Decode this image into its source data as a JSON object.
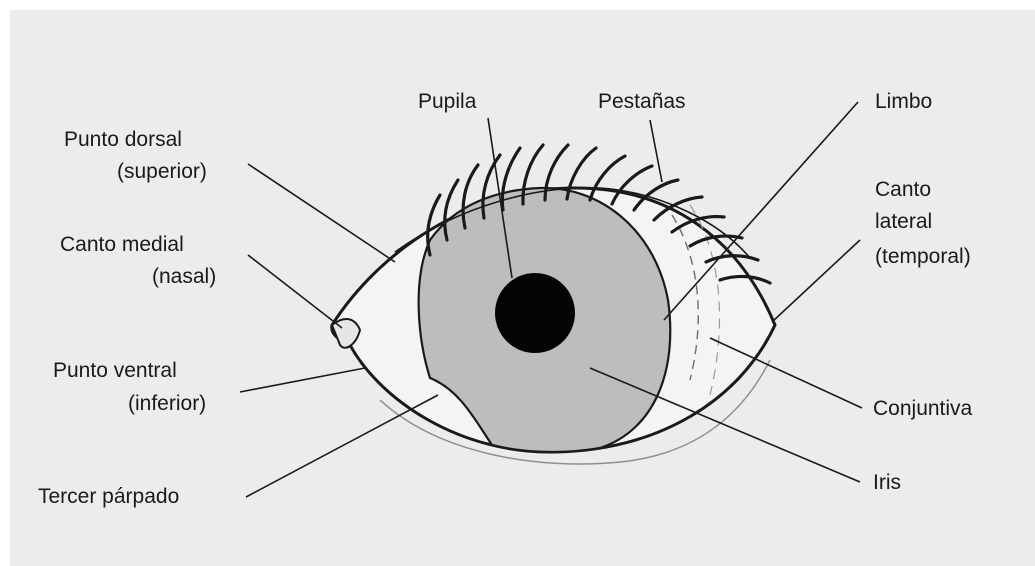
{
  "labels": {
    "pupila": "Pupila",
    "pestanas": "Pestañas",
    "limbo": "Limbo",
    "punto_dorsal_1": "Punto dorsal",
    "punto_dorsal_2": "(superior)",
    "canto_medial_1": "Canto medial",
    "canto_medial_2": "(nasal)",
    "canto_lateral_1": "Canto",
    "canto_lateral_2": "lateral",
    "canto_lateral_3": "(temporal)",
    "punto_ventral_1": "Punto ventral",
    "punto_ventral_2": "(inferior)",
    "conjuntiva": "Conjuntiva",
    "iris": "Iris",
    "tercer_parpado": "Tercer párpado"
  },
  "colors": {
    "paper": "#ececea",
    "iris": "#bdbdbd",
    "sclera": "#f4f4f2",
    "pupil": "#050505",
    "ink": "#1a1a1a"
  }
}
